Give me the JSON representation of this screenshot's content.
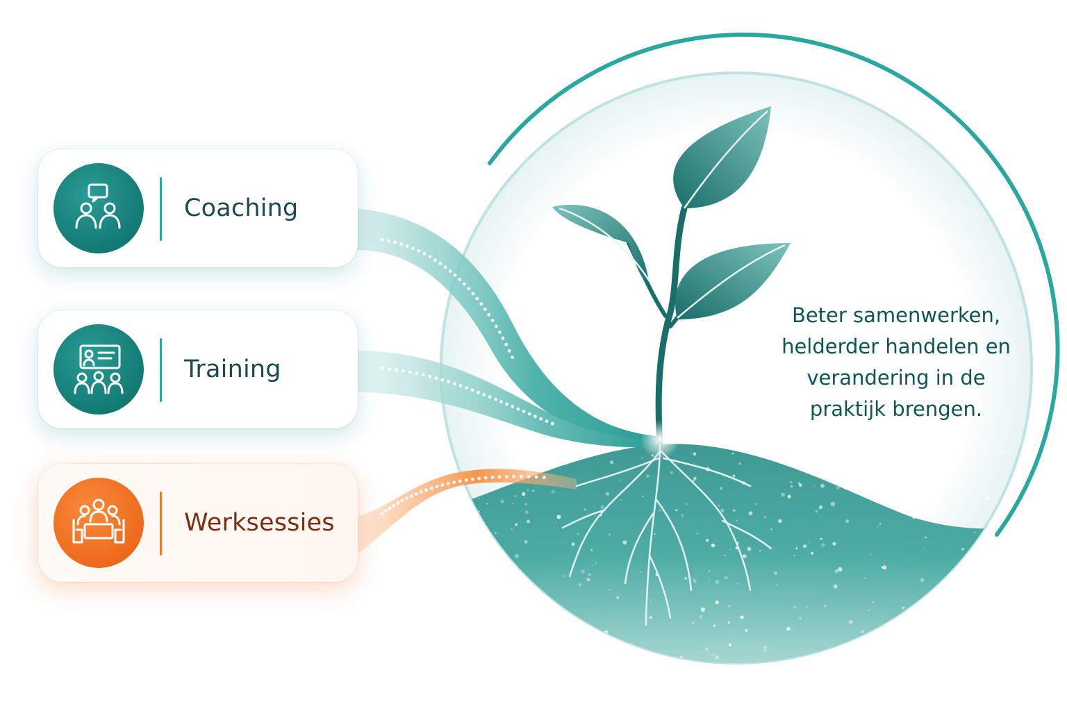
{
  "services": [
    {
      "label": "Coaching",
      "icon": "coaching-people-speech-icon",
      "color": "#137a74"
    },
    {
      "label": "Training",
      "icon": "training-presentation-icon",
      "color": "#137a74"
    },
    {
      "label": "Werksessies",
      "icon": "workshop-table-icon",
      "color": "#ee6a1d"
    }
  ],
  "tagline": "Beter samenwerken,\nhelderder handelen en\nverandering in de\npraktijk brengen.",
  "colors": {
    "teal": "#137a74",
    "teal_light": "#2aa79e",
    "orange": "#ee6a1d",
    "text_dark": "#1d4a4c",
    "text_orange": "#7a2e14"
  }
}
